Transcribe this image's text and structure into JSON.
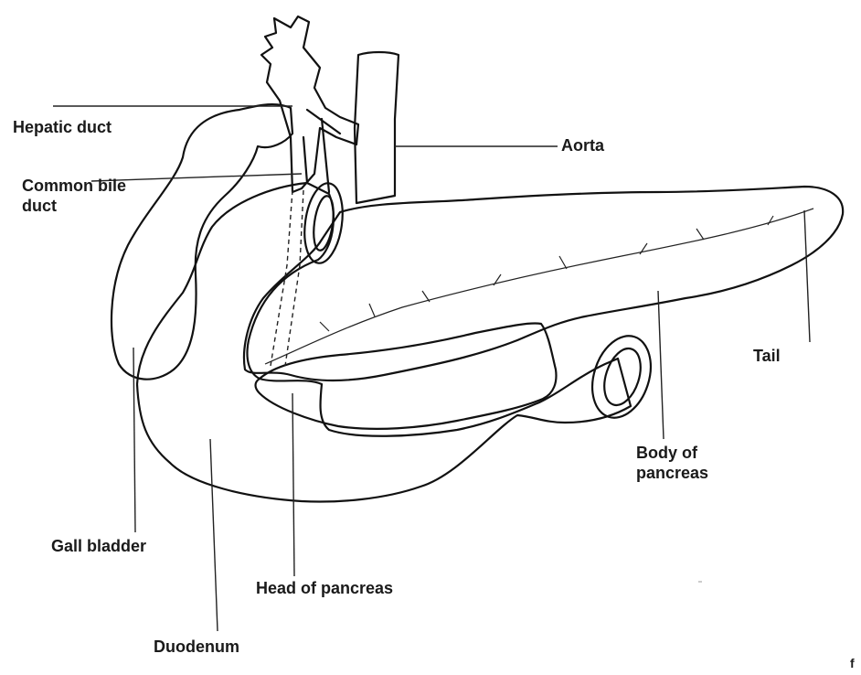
{
  "labels": {
    "hepatic_duct": "Hepatic duct",
    "common_bile_duct": "Common bile duct",
    "aorta": "Aorta",
    "tail": "Tail",
    "body_of_pancreas": "Body of pancreas",
    "gall_bladder": "Gall bladder",
    "head_of_pancreas": "Head of pancreas",
    "duodenum": "Duodenum",
    "corner_mark": "f"
  },
  "colors": {
    "pancreas_dark": "#e0468f",
    "pancreas_light": "#fbe6f0",
    "gallbladder_top": "#fbf2f2",
    "gallbladder_bottom": "#e3736f",
    "aorta": "#f4b8d2",
    "outline": "#111111"
  }
}
